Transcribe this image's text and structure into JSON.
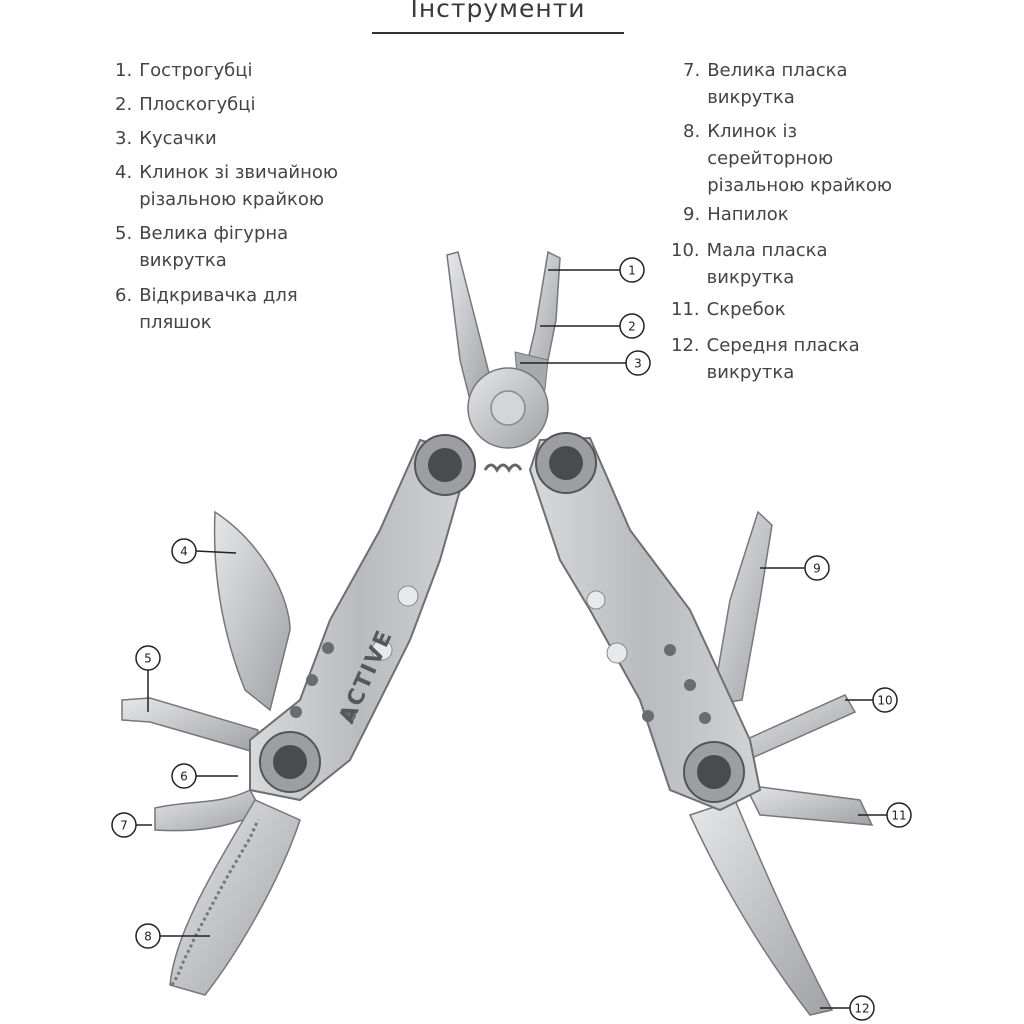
{
  "title": "Інструменти",
  "brand": "ACTIVE",
  "tools": [
    {
      "num": "1.",
      "label": "Гострогубці"
    },
    {
      "num": "2.",
      "label": "Плоскогубці"
    },
    {
      "num": "3.",
      "label": "Кусачки"
    },
    {
      "num": "4.",
      "label": "Клинок зі звичайною\nрізальною крайкою"
    },
    {
      "num": "5.",
      "label": "Велика фігурна\nвикрутка"
    },
    {
      "num": "6.",
      "label": "Відкривачка для\nпляшок"
    },
    {
      "num": "7.",
      "label": "Велика пласка\nвикрутка"
    },
    {
      "num": "8.",
      "label": "Клинок із\nсерейторною\nрізальною крайкою"
    },
    {
      "num": "9.",
      "label": "Напилок"
    },
    {
      "num": "10.",
      "label": "Мала пласка\nвикрутка"
    },
    {
      "num": "11.",
      "label": "Скребок"
    },
    {
      "num": "12.",
      "label": "Середня пласка\nвикрутка"
    }
  ],
  "callouts": [
    "1",
    "2",
    "3",
    "4",
    "5",
    "6",
    "7",
    "8",
    "9",
    "10",
    "11",
    "12"
  ],
  "colors": {
    "steel": "#c9cacc",
    "steel_dark": "#8e9094",
    "handle": "#b8babd",
    "text": "#444444",
    "line": "#222222"
  }
}
